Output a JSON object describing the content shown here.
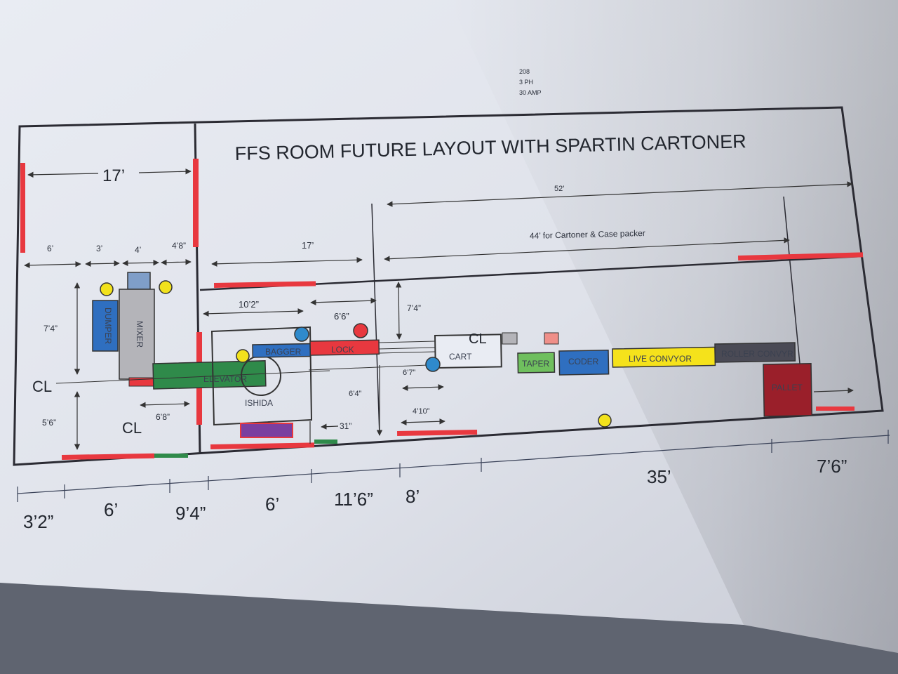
{
  "title": "FFS ROOM FUTURE LAYOUT WITH SPARTIN CARTONER",
  "power_note": [
    "208",
    "3 PH",
    "30 AMP"
  ],
  "colors": {
    "wall": "#2b2b33",
    "red_marker": "#e8383f",
    "green_marker": "#2f8a4a",
    "blue_box": "#2f6fc0",
    "yellow_circle": "#f2e21c",
    "conveyor_yellow": "#f5e21b",
    "pallet": "#9a1f2a",
    "mixer_gray": "#b4b4b9",
    "purple_box": "#7a3fa0"
  },
  "equipment": {
    "dumper": "DUMPER",
    "mixer": "MIXER",
    "elevator": "ELEVATOR",
    "ishida": "ISHIDA",
    "bagger": "BAGGER",
    "lock": "LOCK",
    "cart": "CART",
    "taper": "TAPER",
    "coder": "CODER",
    "live_conveyor": "LIVE CONVYOR",
    "roller_conveyor": "ROLLER CONVYR",
    "pallet": "PALLET"
  },
  "centerline_labels": [
    "CL",
    "CL",
    "CL"
  ],
  "dimensions": {
    "top_left_width": "17’",
    "overall_right": "52’",
    "cartoner_span": "44’ for Cartoner & Case packer",
    "mid_17": "17’",
    "d_6": "6’",
    "d_3": "3’",
    "d_4": "4’",
    "d_4_8": "4’8”",
    "d_7_4_left": "7’4”",
    "d_5_6": "5’6”",
    "d_6_8": "6’8”",
    "d_10_2": "10’2”",
    "d_6_6": "6’6”",
    "d_7_4_mid": "7’4”",
    "d_6_7": "6’7”",
    "d_6_4": "6’4”",
    "d_31": "31”",
    "d_4_10": "4’10”"
  },
  "bottom_dimensions": [
    "3’2”",
    "6’",
    "9’4”",
    "6’",
    "11’6”",
    "8’",
    "35’",
    "7’6”"
  ]
}
